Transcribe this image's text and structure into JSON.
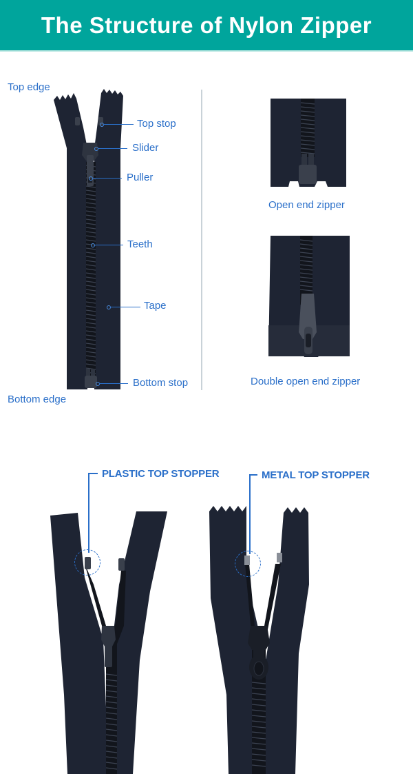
{
  "header": {
    "title": "The Structure of Nylon Zipper",
    "background_color": "#00a59c"
  },
  "structure_diagram": {
    "labels": {
      "top_edge": "Top edge",
      "top_stop": "Top stop",
      "slider": "Slider",
      "puller": "Puller",
      "teeth": "Teeth",
      "tape": "Tape",
      "bottom_stop": "Bottom stop",
      "bottom_edge": "Bottom edge"
    },
    "label_color": "#2a6fc9"
  },
  "variants": {
    "open_end": "Open end zipper",
    "double_open_end": "Double open end zipper"
  },
  "stoppers": {
    "plastic": "PLASTIC TOP STOPPER",
    "metal": "METAL TOP STOPPER"
  }
}
